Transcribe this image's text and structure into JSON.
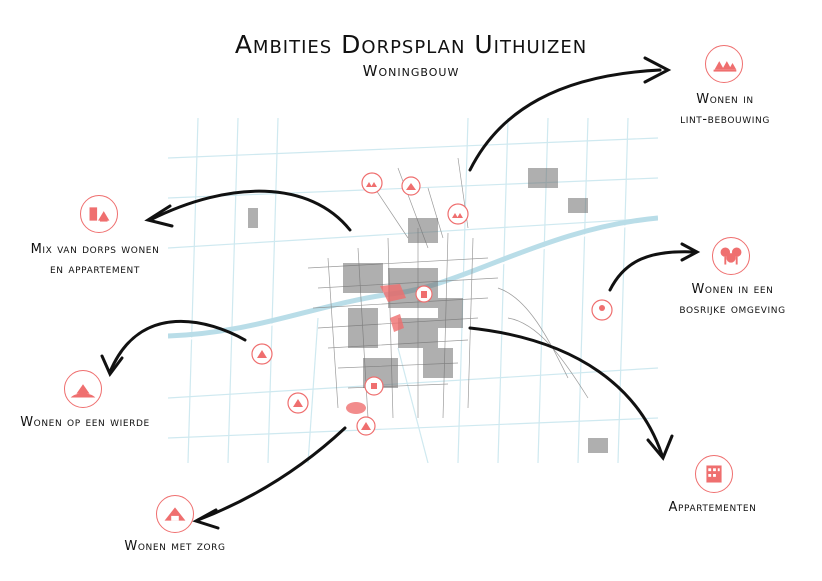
{
  "title": "Ambities Dorpsplan Uithuizen",
  "subtitle": "Woningbouw",
  "categories": {
    "lint": {
      "line1": "Wonen in",
      "line2": "lint-bebouwing",
      "icon": "row-houses-icon"
    },
    "mix": {
      "line1": "Mix van dorps wonen",
      "line2": "en appartement",
      "icon": "mixed-buildings-icon"
    },
    "bos": {
      "line1": "Wonen in een",
      "line2": "bosrijke omgeving",
      "icon": "trees-house-icon"
    },
    "wierde": {
      "line1": "Wonen op een wierde",
      "icon": "mound-house-icon"
    },
    "zorg": {
      "line1": "Wonen met zorg",
      "icon": "care-house-icon"
    },
    "app": {
      "line1": "Appartementen",
      "icon": "apartment-icon"
    }
  },
  "colors": {
    "accent": "#ef6f6f",
    "water": "#cfe9f0",
    "street": "#8a8a8a",
    "arrow": "#111111"
  }
}
